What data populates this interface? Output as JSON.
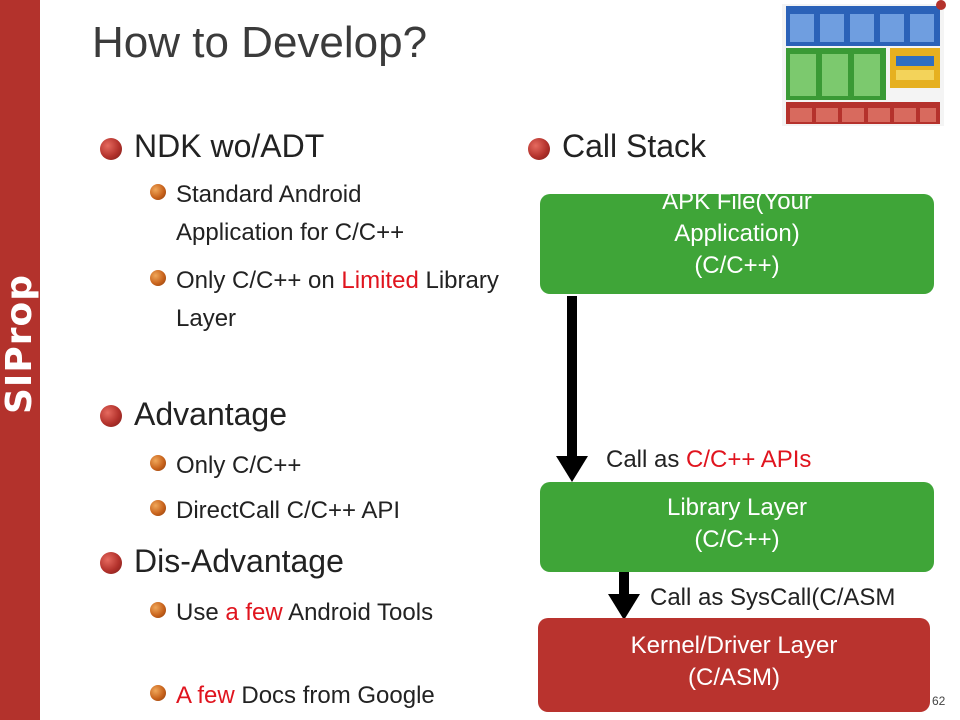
{
  "sidebar": {
    "logo_text": "SIProp"
  },
  "title": "How to Develop?",
  "left": {
    "sections": [
      {
        "heading": "NDK wo/ADT",
        "items": [
          {
            "parts": [
              {
                "text": "Standard Android Application for C/C++",
                "red": false
              }
            ]
          },
          {
            "parts": [
              {
                "text": "Only C/C++ on ",
                "red": false
              },
              {
                "text": "Limited",
                "red": true
              },
              {
                "text": " Library Layer",
                "red": false
              }
            ]
          }
        ]
      },
      {
        "heading": "Advantage",
        "items": [
          {
            "parts": [
              {
                "text": "Only C/C++",
                "red": false
              }
            ]
          },
          {
            "parts": [
              {
                "text": "DirectCall C/C++ API",
                "red": false
              }
            ]
          }
        ]
      },
      {
        "heading": "Dis-Advantage",
        "items": [
          {
            "parts": [
              {
                "text": "Use ",
                "red": false
              },
              {
                "text": "a few",
                "red": true
              },
              {
                "text": " Android Tools",
                "red": false
              }
            ]
          },
          {
            "parts": [
              {
                "text": "A few",
                "red": true
              },
              {
                "text": " Docs from Google",
                "red": false
              }
            ]
          }
        ]
      }
    ]
  },
  "right": {
    "heading": "Call Stack",
    "boxes": {
      "apk": {
        "line1": "APK File(Your",
        "line2": "Application)",
        "line3": "(C/C++)"
      },
      "library": {
        "line1": "Library Layer",
        "line2": "(C/C++)"
      },
      "kernel": {
        "line1": "Kernel/Driver Layer",
        "line2": "(C/ASM)"
      }
    },
    "call1": {
      "prefix": "Call as ",
      "highlight": "C/C++ APIs"
    },
    "call2": {
      "text": "Call as SysCall(C/ASM"
    }
  },
  "colors": {
    "sidebar": "#b3322c",
    "green_box": "#3fa538",
    "red_box": "#b9332e",
    "highlight": "#e0141e"
  },
  "page_number": "62"
}
